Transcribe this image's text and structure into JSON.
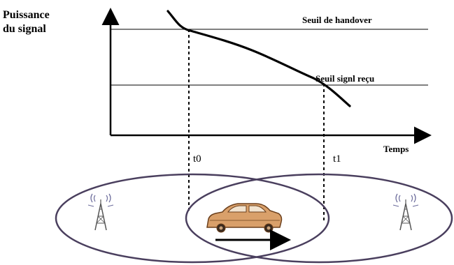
{
  "y_axis_label": {
    "line1": "Puissance",
    "line2": "du signal"
  },
  "x_axis_label": "Temps",
  "thresholds": {
    "handover": "Seuil de handover",
    "received": "Seuil signl reçu"
  },
  "time_markers": {
    "t0": "t0",
    "t1": "t1"
  },
  "colors": {
    "line": "#000000",
    "cell_outline": "#4a3f5e",
    "car_body": "#d9a06a",
    "car_outline": "#6b3f1c",
    "arrow": "#000000"
  },
  "icons": [
    "antenna-tower-icon",
    "car-icon",
    "antenna-tower-icon"
  ]
}
